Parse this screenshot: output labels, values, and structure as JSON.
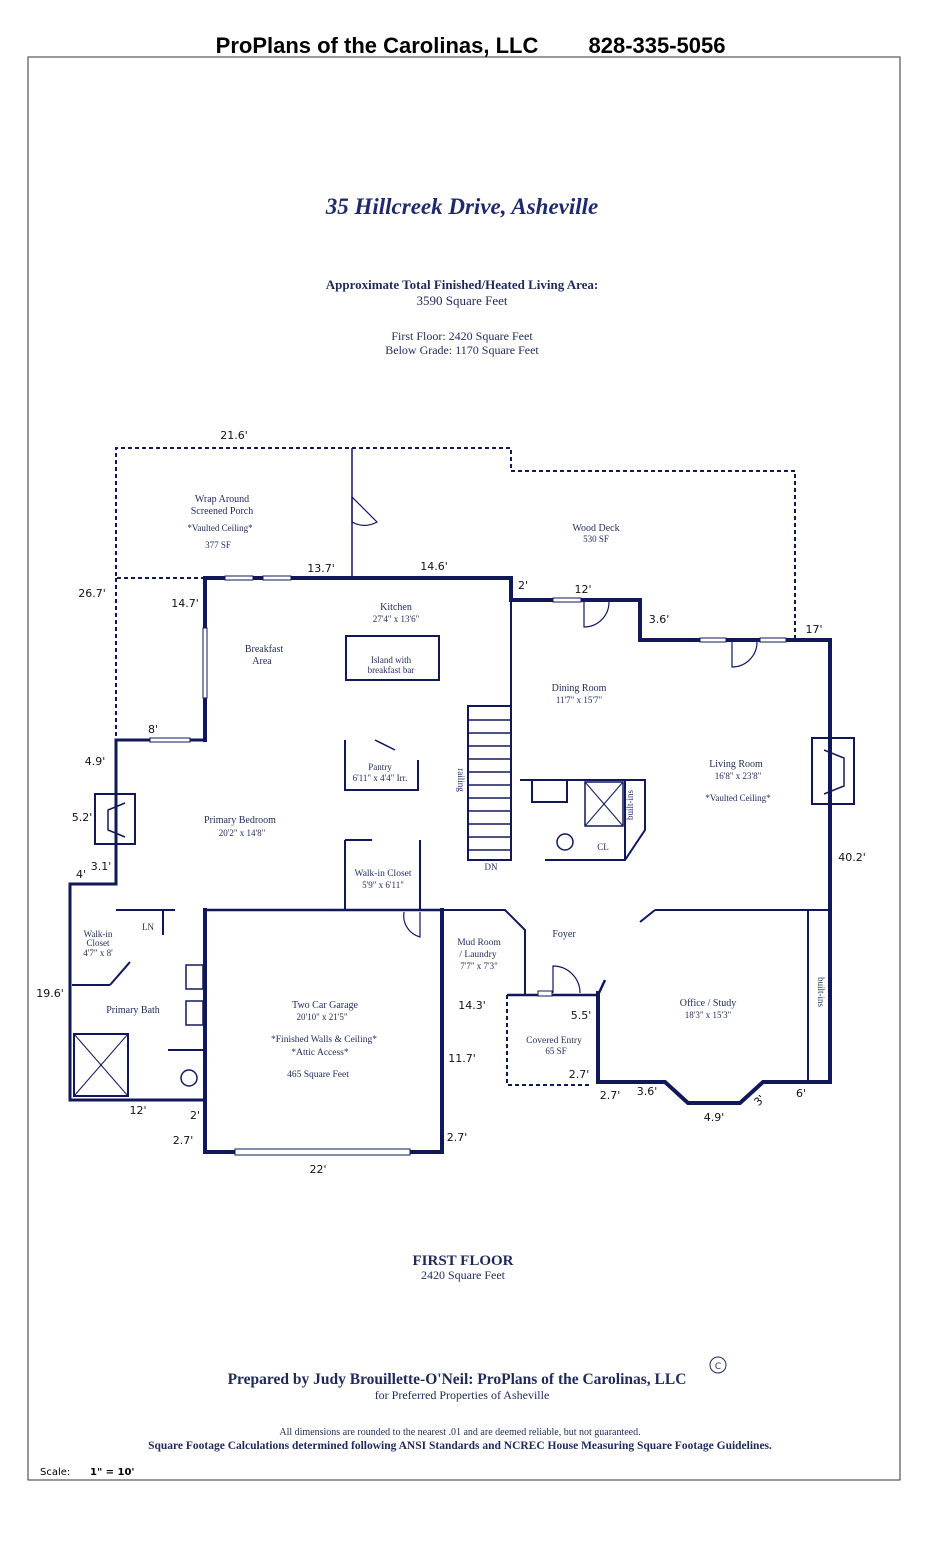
{
  "header": {
    "company": "ProPlans of the Carolinas, LLC",
    "phone": "828-335-5056"
  },
  "title": "35 Hillcreek Drive, Asheville",
  "area": {
    "line1": "Approximate Total Finished/Heated Living Area:",
    "line2": "3590 Square Feet",
    "first_floor": "First Floor:  2420 Square Feet",
    "below_grade": "Below Grade:  1170 Square Feet"
  },
  "rooms": {
    "porch_1": "Wrap Around",
    "porch_2": "Screened Porch",
    "porch_3": "*Vaulted Ceiling*",
    "porch_4": "377 SF",
    "deck_1": "Wood Deck",
    "deck_2": "530 SF",
    "kitchen_1": "Kitchen",
    "kitchen_2": "27'4\" x 13'6\"",
    "island_1": "Island with",
    "island_2": "breakfast bar",
    "breakfast_1": "Breakfast",
    "breakfast_2": "Area",
    "dining_1": "Dining Room",
    "dining_2": "11'7\" x 15'7\"",
    "living_1": "Living Room",
    "living_2": "16'8\" x 23'8\"",
    "living_3": "*Vaulted Ceiling*",
    "pantry_1": "Pantry",
    "pantry_2": "6'11\" x 4'4\" Irr.",
    "bedroom_1": "Primary Bedroom",
    "bedroom_2": "20'2\" x 14'8\"",
    "wic_1": "Walk-in Closet",
    "wic_2": "5'9\" x 6'11\"",
    "railing": "railing",
    "dn": "DN",
    "cl": "CL",
    "builtins": "built-ins",
    "builtins2": "built-ins",
    "ln": "LN",
    "wic2_1": "Walk-in",
    "wic2_2": "Closet",
    "wic2_3": "4'7\" x 8'",
    "bath": "Primary Bath",
    "garage_1": "Two Car Garage",
    "garage_2": "20'10\" x 21'5\"",
    "garage_3": "*Finished Walls & Ceiling*",
    "garage_4": "*Attic Access*",
    "garage_5": "465 Square Feet",
    "mud_1": "Mud Room",
    "mud_2": "/ Laundry",
    "mud_3": "7'7\" x 7'3\"",
    "foyer": "Foyer",
    "entry_1": "Covered Entry",
    "entry_2": "65 SF",
    "office_1": "Office / Study",
    "office_2": "18'3\" x 15'3\""
  },
  "dims": {
    "d1": "21.6'",
    "d2": "26.7'",
    "d3": "13.7'",
    "d4": "14.6'",
    "d5": "14.7'",
    "d6": "2'",
    "d7": "12'",
    "d8": "3.6'",
    "d9": "17'",
    "d10": "8'",
    "d11": "4.9'",
    "d12": "5.2'",
    "d13": "3.1'",
    "d14": "4'",
    "d15": "40.2'",
    "d16": "19.6'",
    "d17": "14.3'",
    "d18": "5.5'",
    "d19": "11.7'",
    "d20": "2.7'",
    "d21": "2.7'",
    "d22": "3.6'",
    "d23": "4.9'",
    "d24": "3'",
    "d25": "6'",
    "d26": "12'",
    "d27": "2'",
    "d28": "2.7'",
    "d29": "2.7'",
    "d30": "22'"
  },
  "floor": {
    "name": "FIRST FLOOR",
    "sf": "2420 Square Feet"
  },
  "footer": {
    "prepared": "Prepared by Judy Brouillette-O'Neil: ProPlans of the Carolinas, LLC",
    "copyright": "C",
    "for": "for Preferred Properties of Asheville",
    "disclaimer": "All dimensions are rounded to the nearest .01 and are deemed reliable, but not guaranteed.",
    "standards": "Square Footage Calculations determined following ANSI Standards and NCREC House Measuring Square Footage Guidelines.",
    "scale_label": "Scale:",
    "scale_value": "1\" = 10'"
  }
}
